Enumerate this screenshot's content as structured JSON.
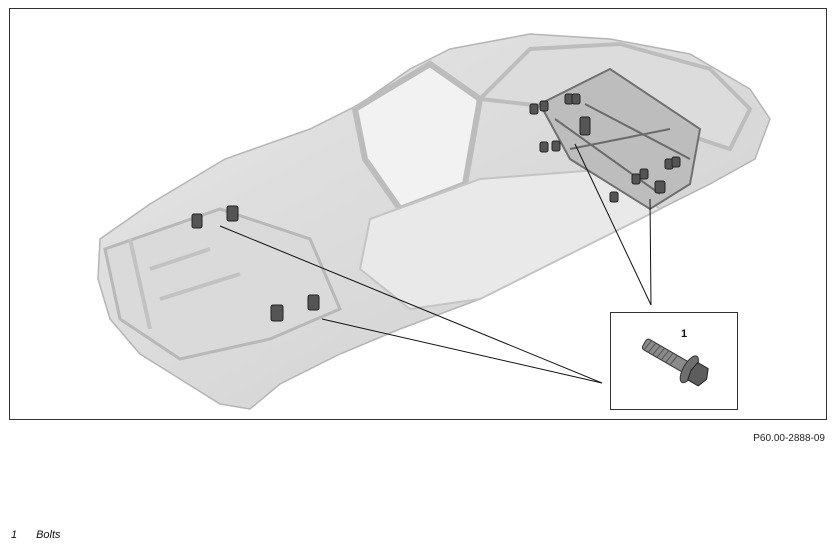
{
  "figure": {
    "callout_number": "1",
    "figure_id": "P60.00-2888-09"
  },
  "legend": {
    "items": [
      {
        "number": "1",
        "label": "Bolts"
      }
    ]
  }
}
